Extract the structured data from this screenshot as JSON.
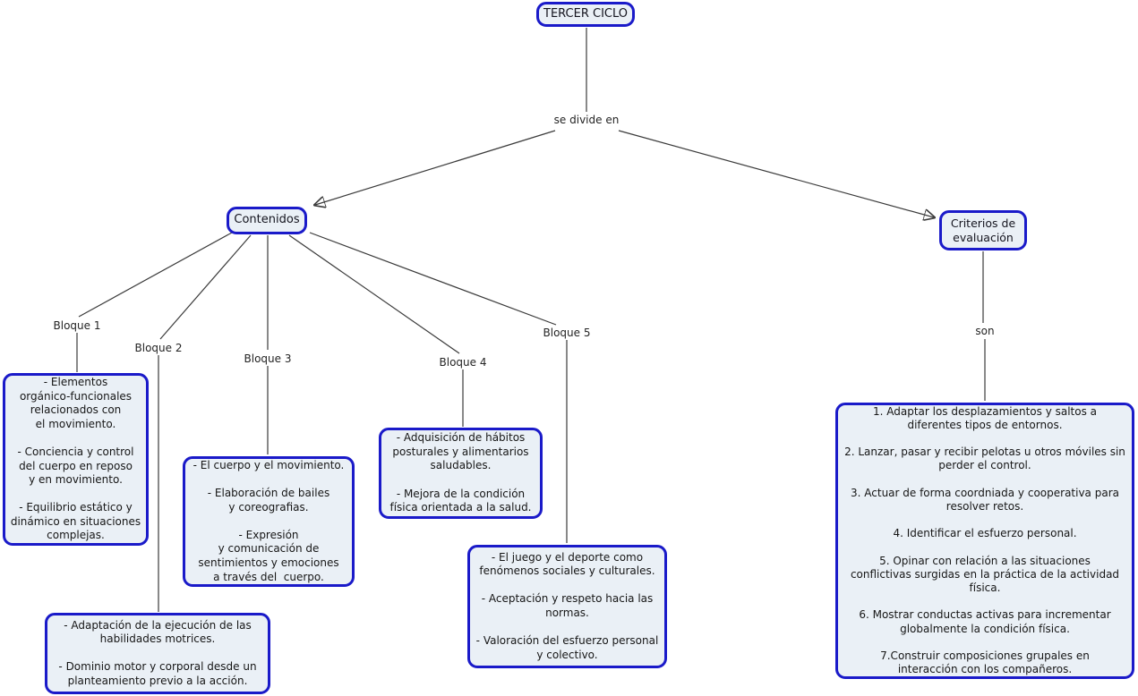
{
  "colors": {
    "node_border": "#1a1ac9",
    "node_fill": "#eaf0f6",
    "line": "#3a3a3a",
    "arrow": "#101010"
  },
  "nodes": {
    "root": "TERCER CICLO",
    "contenidos": "Contenidos",
    "criterios": "Criterios de\nevaluación"
  },
  "links": {
    "se_divide_en": "se divide en",
    "son": "son"
  },
  "bloques": [
    {
      "label": "Bloque 1",
      "content": "- Elementos\norgánico-funcionales\nrelacionados con\nel movimiento.\n\n- Conciencia y control\ndel cuerpo en reposo\ny en movimiento.\n\n- Equilibrio estático y\ndinámico en situaciones\ncomplejas."
    },
    {
      "label": "Bloque 2",
      "content": "- Adaptación de la ejecución de las\nhabilidades motrices.\n\n- Dominio motor y corporal desde un\nplanteamiento previo a la acción."
    },
    {
      "label": "Bloque 3",
      "content": "- El cuerpo y el movimiento.\n\n- Elaboración de bailes\ny coreografias.\n\n- Expresión\ny comunicación de\nsentimientos y emociones\na través del  cuerpo."
    },
    {
      "label": "Bloque 4",
      "content": "- Adquisición de hábitos\nposturales y alimentarios\nsaludables.\n\n- Mejora de la condición\nfísica orientada a la salud."
    },
    {
      "label": "Bloque 5",
      "content": "- El juego y el deporte como\nfenómenos sociales y culturales.\n\n- Aceptación y respeto hacia las\nnormas.\n\n- Valoración del esfuerzo personal\ny colectivo."
    }
  ],
  "criterios_content": "1. Adaptar los desplazamientos y saltos a\ndiferentes tipos de entornos.\n\n2. Lanzar, pasar y recibir pelotas u otros móviles sin\nperder el control.\n\n3. Actuar de forma coordniada y cooperativa para\nresolver retos.\n\n4. Identificar el esfuerzo personal.\n\n5. Opinar con relación a las situaciones\nconflictivas surgidas en la práctica de la actividad\nfísica.\n\n6. Mostrar conductas activas para incrementar\nglobalmente la condición física.\n\n7.Construir composiciones grupales en\ninteracción con los compañeros."
}
